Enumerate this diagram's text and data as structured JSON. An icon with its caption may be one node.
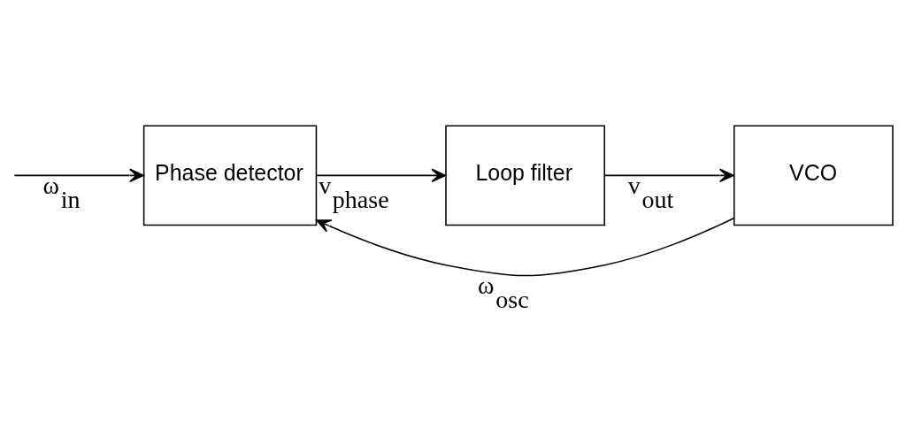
{
  "diagram": {
    "nodes": [
      {
        "text": [
          "Phase detector"
        ]
      },
      {
        "text": [
          "Loop filter"
        ]
      },
      {
        "text": [
          "VCO"
        ]
      }
    ],
    "edges": [
      {
        "from": null,
        "to": 0,
        "arrow": "to",
        "label": "ω$_{in}$"
      },
      {
        "from": 0,
        "to": 1,
        "arrow": "to",
        "label": "v$_{phase}$"
      },
      {
        "from": 1,
        "to": 2,
        "arrow": "to",
        "label": "v$_{out}$"
      },
      {
        "from": 2,
        "to": 0,
        "arrow": "to",
        "label": "ω$_{osc}$"
      }
    ]
  }
}
